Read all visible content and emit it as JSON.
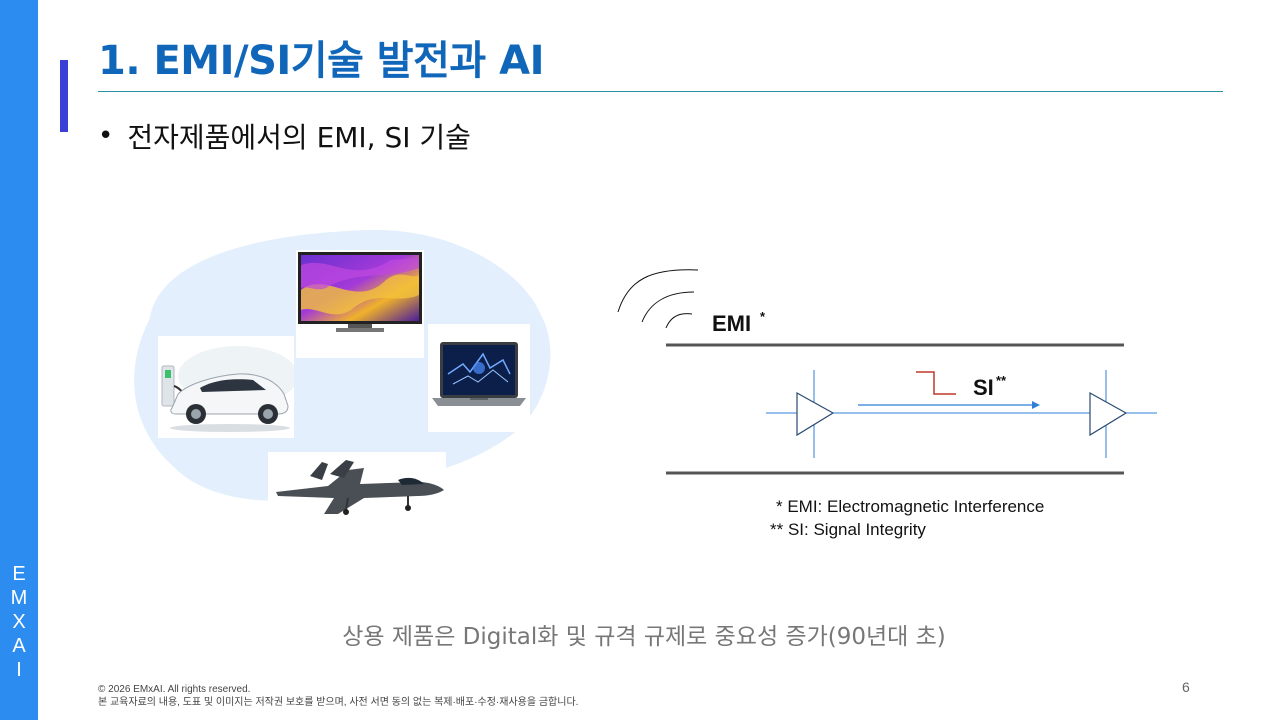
{
  "sidebar": {
    "letters": [
      "E",
      "M",
      "X",
      "A",
      "I"
    ]
  },
  "slide": {
    "title": "1. EMI/SI기술 발전과 AI",
    "bullet": "전자제품에서의 EMI, SI 기술"
  },
  "products": {
    "items": [
      "tv",
      "electric-car",
      "laptop",
      "fighter-jet"
    ]
  },
  "diagram": {
    "emi_label": "EMI",
    "emi_sup": "*",
    "si_label": "SI",
    "si_sup": "**"
  },
  "notes": {
    "emi": "* EMI: Electromagnetic Interference",
    "si": "** SI: Signal Integrity"
  },
  "caption": "상용 제품은 Digital화 및 규격 규제로 중요성 증가(90년대 초)",
  "footer": {
    "copyright": "© 2026 EMxAI. All rights reserved.",
    "notice": "본 교육자료의 내용, 도표 및 이미지는 저작권 보호를 받으며, 사전 서면 동의 없는 복제·배포·수정·재사용을 금합니다."
  },
  "page_number": "6",
  "colors": {
    "sidebar": "#2d8cf0",
    "title": "#1066b8",
    "accent": "#3b3fd8",
    "rule": "#2a8fa0",
    "blob": "#e3effc",
    "signal_line": "#2f7fd8",
    "si_pulse": "#c0392b"
  }
}
